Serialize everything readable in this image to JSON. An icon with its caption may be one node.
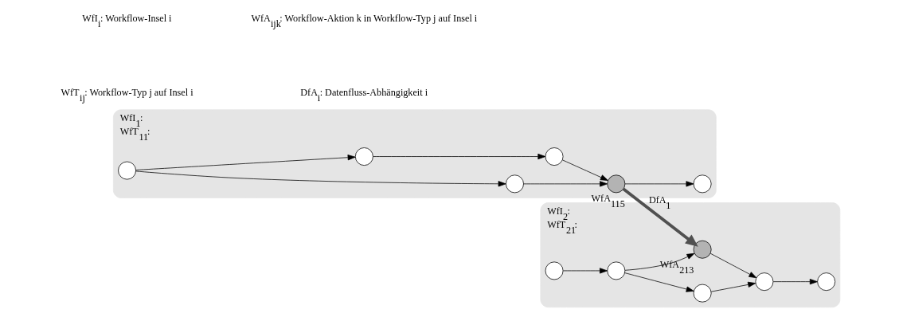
{
  "diagram": {
    "nodes": [
      {
        "text": [
          "WfI$_{1}$:",
          "WfT$_{11}$:"
        ]
      },
      {
        "text": [],
        "shape": "circle",
        "in": 0
      },
      {
        "text": [],
        "shape": "circle",
        "in": 0
      },
      {
        "text": [],
        "shape": "circle",
        "in": 0
      },
      {
        "text": [],
        "shape": "circle",
        "in": 0
      },
      {
        "text": [],
        "shape": "circle",
        "in": 0,
        "beside": [
          "WfA$_{115}$"
        ]
      },
      {
        "text": [],
        "shape": "circle",
        "in": 0
      },
      {
        "text": [
          "WfI$_{2}$:",
          "WfT$_{21}$:"
        ]
      },
      {
        "text": [],
        "shape": "circle",
        "in": 7
      },
      {
        "text": [],
        "shape": "circle",
        "in": 7
      },
      {
        "text": [],
        "shape": "circle",
        "in": 7
      },
      {
        "text": [],
        "shape": "circle",
        "in": 7,
        "beside": [
          "WfA$_{213}$"
        ]
      },
      {
        "text": [],
        "shape": "circle",
        "in": 7
      },
      {
        "text": [],
        "shape": "circle",
        "in": 7
      }
    ],
    "edges": [
      {
        "from": 1,
        "to": 2,
        "arrow": "to"
      },
      {
        "from": 1,
        "to": 3,
        "arrow": "to"
      },
      {
        "from": 2,
        "to": 5,
        "arrow": "to"
      },
      {
        "from": 3,
        "to": 4,
        "arrow": "to"
      },
      {
        "from": 4,
        "to": 5,
        "arrow": "to"
      },
      {
        "from": 5,
        "to": 6,
        "arrow": "to"
      },
      {
        "from": 8,
        "to": 9,
        "arrow": "to"
      },
      {
        "from": 9,
        "to": 10,
        "arrow": "to"
      },
      {
        "from": 9,
        "to": 11,
        "arrow": "to"
      },
      {
        "from": 10,
        "to": 12,
        "arrow": "to"
      },
      {
        "from": 11,
        "to": 12,
        "arrow": "to"
      },
      {
        "from": 12,
        "to": 13,
        "arrow": "to"
      },
      {
        "from": 5,
        "to": 11,
        "arrow": "to",
        "label": "DfA$_{1}$",
        "style": "thick",
        "color": "#505050"
      }
    ],
    "labels": [
      "WfI$_{i}$: Workflow-Insel i",
      "WfA$_{ijk}$: Workflow-Aktion k in Workflow-Typ j auf Insel i",
      "WfT$_{ij}$: Workflow-Typ j auf Insel i",
      "DfA$_{i}$: Datenfluss-Abhängigkeit i"
    ]
  }
}
